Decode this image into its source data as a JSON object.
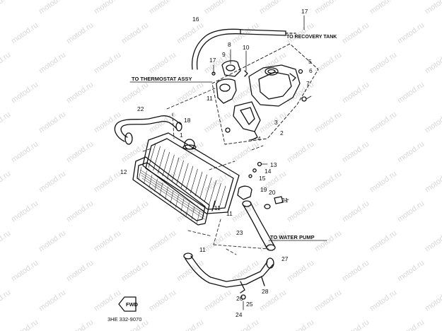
{
  "watermark": "motod.ru",
  "callouts": {
    "recovery_tank": "TO RECOVERY TANK",
    "thermostat": "TO THERMOSTAT ASSY",
    "water_pump": "TO WATER PUMP"
  },
  "diagram_code": "3HE 332-9070",
  "front_arrow": "FWD",
  "part_numbers": [
    "1",
    "2",
    "3",
    "4",
    "5",
    "6",
    "7",
    "8",
    "9",
    "10",
    "11",
    "12",
    "13",
    "14",
    "15",
    "16",
    "17",
    "18",
    "19",
    "20",
    "21",
    "22",
    "23",
    "24",
    "25",
    "26",
    "27",
    "28"
  ],
  "labels": [
    {
      "id": "p16",
      "text": "16"
    },
    {
      "id": "p17a",
      "text": "17"
    },
    {
      "id": "p17b",
      "text": "17"
    },
    {
      "id": "p8",
      "text": "8"
    },
    {
      "id": "p9",
      "text": "9"
    },
    {
      "id": "p10",
      "text": "10"
    },
    {
      "id": "p5",
      "text": "5"
    },
    {
      "id": "p6",
      "text": "6"
    },
    {
      "id": "p7",
      "text": "7"
    },
    {
      "id": "p11a",
      "text": "11"
    },
    {
      "id": "p3",
      "text": "3"
    },
    {
      "id": "p4",
      "text": "4"
    },
    {
      "id": "p2",
      "text": "2"
    },
    {
      "id": "p22",
      "text": "22"
    },
    {
      "id": "p18",
      "text": "18"
    },
    {
      "id": "p1",
      "text": "1"
    },
    {
      "id": "p12",
      "text": "12"
    },
    {
      "id": "p13",
      "text": "13"
    },
    {
      "id": "p14",
      "text": "14"
    },
    {
      "id": "p15",
      "text": "15"
    },
    {
      "id": "p19",
      "text": "19"
    },
    {
      "id": "p20",
      "text": "20"
    },
    {
      "id": "p21",
      "text": "21"
    },
    {
      "id": "p11b",
      "text": "11"
    },
    {
      "id": "p11c",
      "text": "11"
    },
    {
      "id": "p23",
      "text": "23"
    },
    {
      "id": "p27",
      "text": "27"
    },
    {
      "id": "p28",
      "text": "28"
    },
    {
      "id": "p26",
      "text": "26"
    },
    {
      "id": "p25",
      "text": "25"
    },
    {
      "id": "p24",
      "text": "24"
    },
    {
      "id": "p11d",
      "text": "11"
    }
  ]
}
